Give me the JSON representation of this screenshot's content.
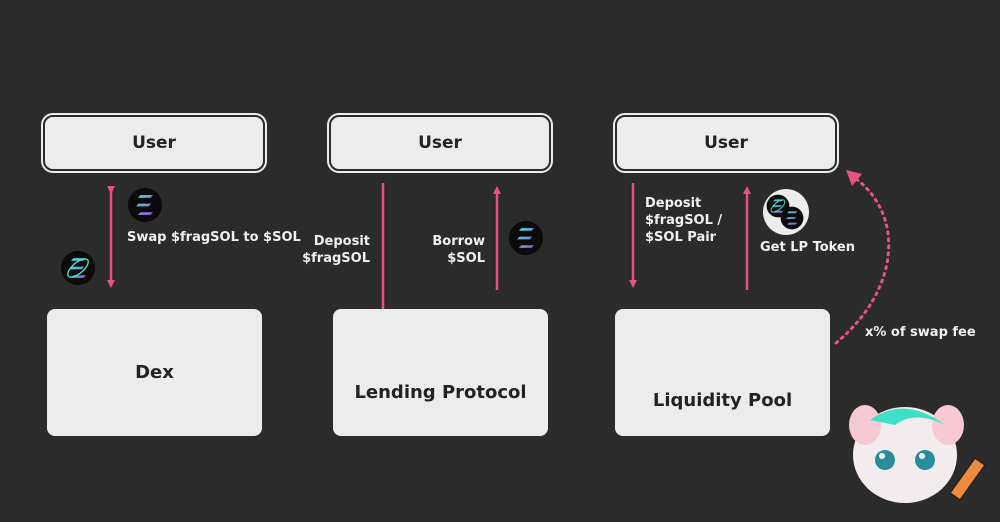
{
  "users": [
    "User",
    "User",
    "User"
  ],
  "flows": {
    "dex": {
      "box_label": "Dex",
      "action": "Swap $fragSOL to $SOL"
    },
    "lending": {
      "box_label": "Lending Protocol",
      "deposit": "Deposit\n$fragSOL",
      "borrow": "Borrow\n$SOL"
    },
    "liquidity": {
      "box_label": "Liquidity Pool",
      "deposit": "Deposit\n$fragSOL /\n$SOL Pair",
      "reward": "Get LP Token",
      "fee": "x% of swap fee"
    }
  },
  "colors": {
    "background": "#2b2b2b",
    "arrow": "#e8537e",
    "box": "#ececec"
  },
  "icons": [
    "sol-token-icon",
    "fragsol-token-icon",
    "lp-token-icon",
    "mascot"
  ]
}
